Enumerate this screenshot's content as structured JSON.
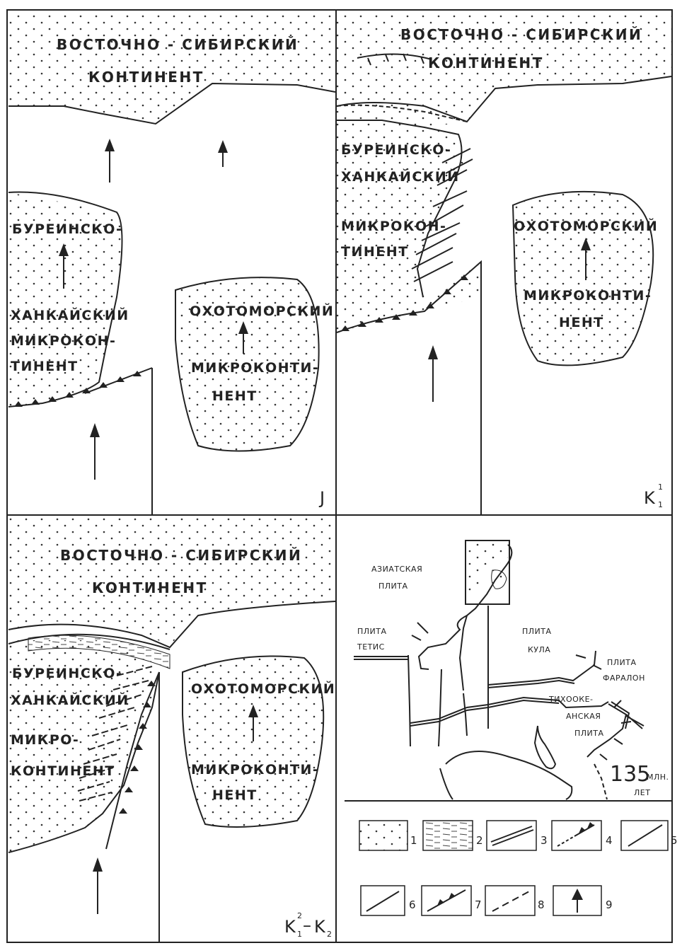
{
  "panel_j": {
    "continent": [
      "ВОСТОЧНО - СИБИРСКИЙ",
      "КОНТИНЕНТ"
    ],
    "bureya": [
      "БУРЕИНСКО-",
      "ХАНКАЙСКИЙ",
      "МИКРОКОН-",
      "ТИНЕНТ"
    ],
    "okhotsk": [
      "ОХОТОМОРСКИЙ",
      "МИКРОКОНТИ-",
      "НЕНТ"
    ],
    "age": "J"
  },
  "panel_k1": {
    "continent": [
      "ВОСТОЧНО - СИБИРСКИЙ",
      "КОНТИНЕНТ"
    ],
    "bureya": [
      "БУРЕИНСКО-",
      "ХАНКАЙСКИЙ",
      "МИКРОКОН-",
      "ТИНЕНТ"
    ],
    "okhotsk": [
      "ОХОТОМОРСКИЙ",
      "МИКРОКОНТИ-",
      "НЕНТ"
    ],
    "age_main": "K",
    "age_sup": "1",
    "age_sub": "1"
  },
  "panel_k2": {
    "continent": [
      "ВОСТОЧНО - СИБИРСКИЙ",
      "КОНТИНЕНТ"
    ],
    "bureya": [
      "БУРЕИНСКО-",
      "ХАНКАЙСКИЙ",
      "МИКРО-",
      "КОНТИНЕНТ"
    ],
    "okhotsk": [
      "ОХОТОМОРСКИЙ",
      "МИКРОКОНТИ-",
      "НЕНТ"
    ],
    "age_a": "K",
    "age_a_sup": "2",
    "age_a_sub": "1",
    "age_sep": "–",
    "age_b": "K",
    "age_b_sub": "2"
  },
  "inset": {
    "asian_plate": [
      "АЗИАТСКАЯ",
      "ПЛИТА"
    ],
    "tethys_plate": [
      "ПЛИТА",
      "ТЕТИС"
    ],
    "kula_plate": [
      "ПЛИТА",
      "КУЛА"
    ],
    "farallon_plate": [
      "ПЛИТА",
      "ФАРАЛОН"
    ],
    "pacific_plate": [
      "ТИХООКЕ-",
      "АНСКАЯ",
      "ПЛИТА"
    ],
    "age_value": "135",
    "age_unit": "МЛН.",
    "age_unit2": "ЛЕТ"
  },
  "legend": {
    "items": [
      "1",
      "2",
      "3",
      "4",
      "5",
      "6",
      "7",
      "8",
      "9"
    ]
  }
}
